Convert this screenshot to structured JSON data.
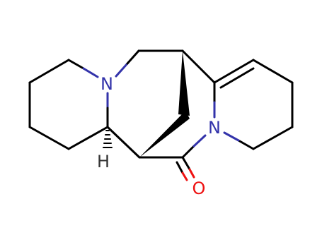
{
  "molecule": {
    "atoms": {
      "n1": {
        "label": "N",
        "color": "#3333aa"
      },
      "n2": {
        "label": "N",
        "color": "#3333aa"
      },
      "o1": {
        "label": "O",
        "color": "#ee1111"
      },
      "h1": {
        "label": "H",
        "color": "#333333"
      }
    },
    "colors": {
      "bond": "#000000",
      "nitrogen": "#3333aa",
      "oxygen": "#ee1111",
      "hydrogen": "#333333"
    }
  }
}
